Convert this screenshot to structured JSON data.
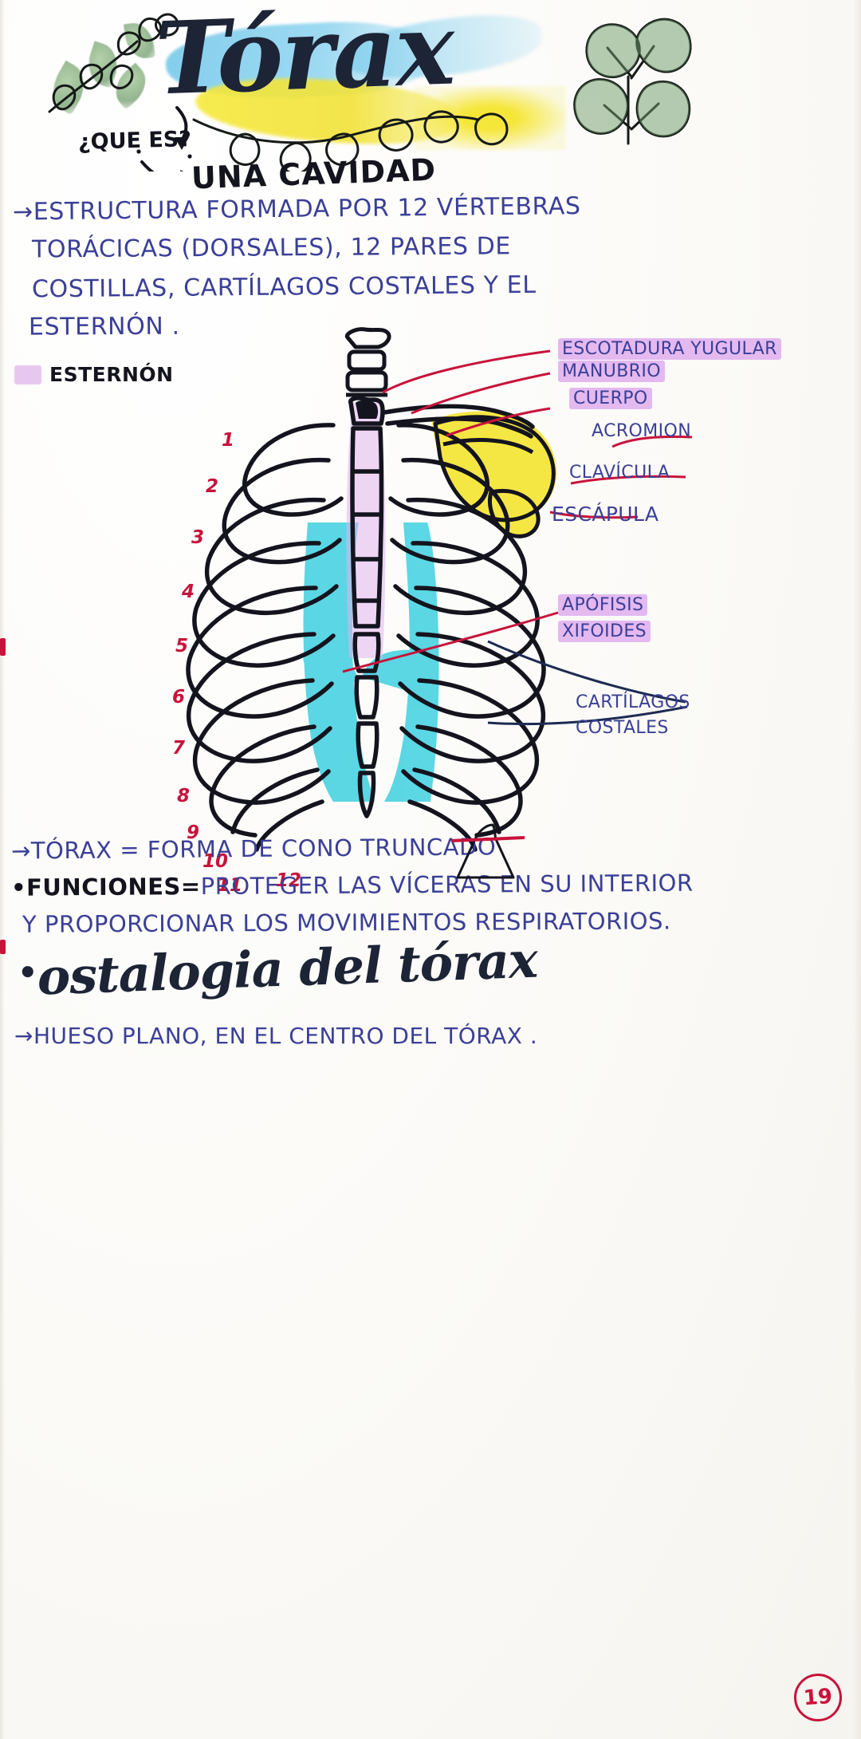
{
  "page": {
    "title": "Tórax",
    "page_number": "19",
    "language": "es"
  },
  "header": {
    "title_text": "Tórax",
    "question_label": "¿QUE ES?",
    "answer_label": "UNA CAVIDAD"
  },
  "intro": {
    "lines": [
      "→ESTRUCTURA  FORMADA POR 12 VÉRTEBRAS",
      "TORÁCICAS (DORSALES), 12 PARES DE",
      "COSTILLAS, CARTÍLAGOS COSTALES Y EL",
      "ESTERNÓN ."
    ]
  },
  "legend": {
    "esternon_label": "ESTERNÓN",
    "esternon_swatch_color": "#e0b4ec"
  },
  "diagram": {
    "name": "rib-cage-thorax-diagram",
    "rib_numbers": [
      "1",
      "2",
      "3",
      "4",
      "5",
      "6",
      "7",
      "8",
      "9",
      "10",
      "11",
      "12"
    ],
    "highlight_colors": {
      "sternum": "#e0b4ec",
      "cartilage": "#3fd0e0",
      "scapula": "#f5e63a"
    },
    "labels": [
      {
        "text": "ESCOTADURA YUGULAR",
        "highlight": true
      },
      {
        "text": "MANUBRIO",
        "highlight": true
      },
      {
        "text": "CUERPO",
        "highlight": true
      },
      {
        "text": "ACROMION",
        "highlight": false
      },
      {
        "text": "CLAVÍCULA",
        "highlight": false
      },
      {
        "text": "ESCÁPULA",
        "highlight": false
      },
      {
        "text": "APÓFISIS",
        "highlight": true
      },
      {
        "text": "XIFOIDES",
        "highlight": true
      },
      {
        "text": "CARTÍLAGOS",
        "highlight": false
      },
      {
        "text": "COSTALES",
        "highlight": false
      }
    ]
  },
  "bottom": {
    "shape_line": "→TÓRAX = FORMA DE CONO TRUNCADO",
    "functions_label": "•FUNCIONES=",
    "functions_line1": "PROTEGER LAS VÍCERAS EN SU INTERIOR",
    "functions_line2": "Y PROPORCIONAR LOS MOVIMIENTOS RESPIRATORIOS.",
    "section_heading": "ostalogia del tórax",
    "section_heading_bullet": "•",
    "final_line": "→HUESO PLANO, EN EL CENTRO DEL TÓRAX ."
  },
  "colors": {
    "ink_blue": "#3b3f97",
    "ink_black": "#14141e",
    "red": "#c8133b",
    "highlight_purple": "#e0b4ec",
    "highlight_yellow": "#f5e63a",
    "highlight_cyan": "#3fd0e0",
    "title_blue": "#6fc6ea",
    "leaf_green": "#6f9c6b"
  }
}
